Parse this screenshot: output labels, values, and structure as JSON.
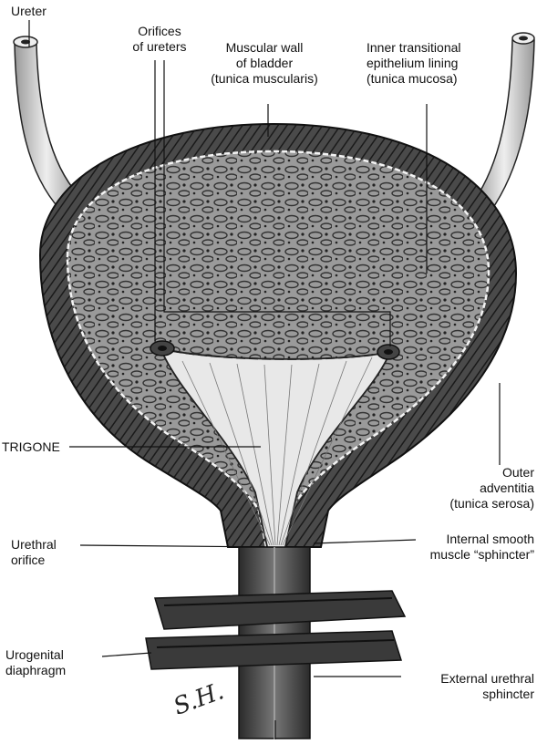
{
  "labels": {
    "ureter": "Ureter",
    "orifices_of_ureters": [
      "Orifices",
      "of ureters"
    ],
    "muscular_wall": [
      "Muscular wall",
      "of bladder",
      "(tunica muscularis)"
    ],
    "inner_lining": [
      "Inner transitional",
      "epithelium lining",
      "(tunica mucosa)"
    ],
    "trigone": "TRIGONE",
    "outer_adventitia": [
      "Outer",
      "adventitia",
      "(tunica serosa)"
    ],
    "urethral_orifice": [
      "Urethral",
      "orifice"
    ],
    "internal_sphincter": [
      "Internal smooth",
      "muscle “sphincter”"
    ],
    "urogenital_diaphragm": [
      "Urogenital",
      "diaphragm"
    ],
    "external_sphincter": [
      "External urethral",
      "sphincter"
    ]
  },
  "signature": "S.H.",
  "colors": {
    "ink": "#111111",
    "wall": "#3a3a3a",
    "mucosa": "#8a8a8a",
    "tube": "#d8d8d8"
  }
}
